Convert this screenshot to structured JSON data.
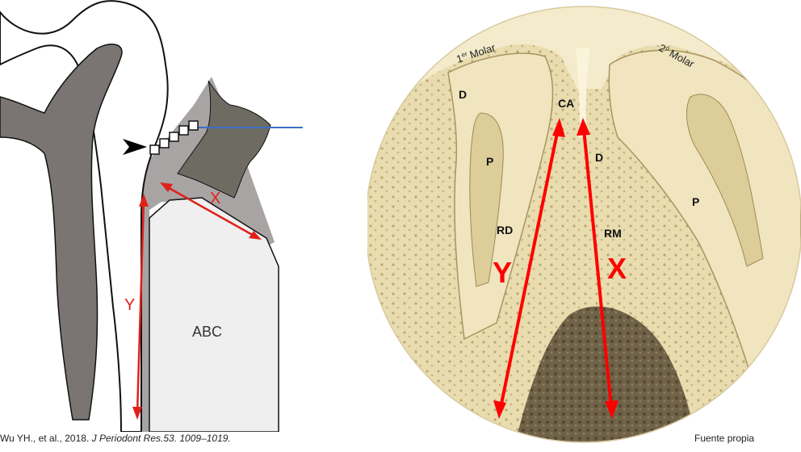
{
  "left_diagram": {
    "label_x": "X",
    "label_y": "Y",
    "label_abc": "ABC",
    "citation_authors": "Wu YH., et al., 2018.",
    "citation_journal": "J Periodont Res.53. 1009–1019."
  },
  "micrograph": {
    "first_molar_sup": "er",
    "first_molar_num": "1",
    "first_molar_word": "Molar",
    "second_molar_sup": "o",
    "second_molar_num": "2",
    "second_molar_word": "Molar",
    "label_d_left": "D",
    "label_d_right": "D",
    "label_ca": "CA",
    "label_p_left": "P",
    "label_p_right": "P",
    "label_rd": "RD",
    "label_rm": "RM",
    "label_y": "Y",
    "label_x": "X",
    "source": "Fuente propia"
  },
  "colors": {
    "arrow_red": "#ff0000",
    "diagram_red": "#e0201a",
    "bone_gray": "#a8a4a4",
    "root_dark": "#7a7573",
    "gingiva_dark": "#6e6b63",
    "blue_line": "#3b6fc4",
    "tissue_cream": "#efe3b8"
  }
}
